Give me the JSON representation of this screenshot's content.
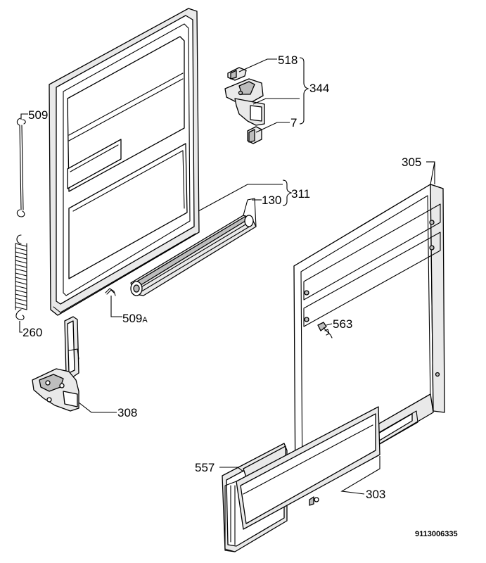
{
  "labels": {
    "p518": "518",
    "p344": "344",
    "p7": "7",
    "p509": "509",
    "p305": "305",
    "p311": "311",
    "p130": "130",
    "p260": "260",
    "p509a_num": "509",
    "p509a_suffix": "A",
    "p563": "563",
    "p308": "308",
    "p557": "557",
    "p303": "303"
  },
  "drawing_code": "9113006335"
}
